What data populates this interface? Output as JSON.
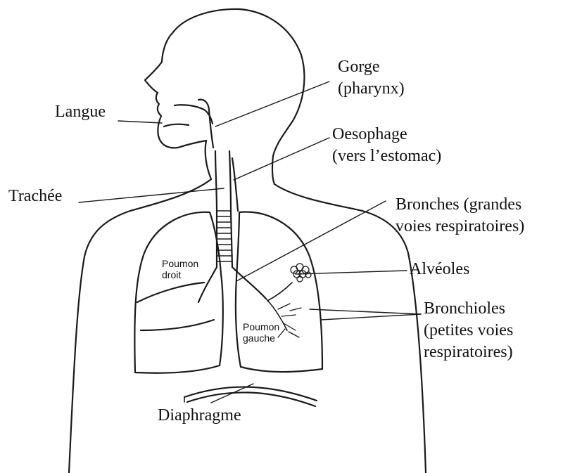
{
  "labels": {
    "langue": "Langue",
    "gorge_1": "Gorge",
    "gorge_2": "(pharynx)",
    "oesophage_1": "Oesophage",
    "oesophage_2": "(vers l’estomac)",
    "trachee": "Trachée",
    "bronches_1": "Bronches (grandes",
    "bronches_2": "voies respiratoires)",
    "alveoles": "Alvéoles",
    "bronchioles_1": "Bronchioles",
    "bronchioles_2": "(petites voies",
    "bronchioles_3": "respiratoires)",
    "diaphragme": "Diaphragme",
    "poumon_droit_1": "Poumon",
    "poumon_droit_2": "droit",
    "poumon_gauche_1": "Poumon",
    "poumon_gauche_2": "gauche"
  }
}
